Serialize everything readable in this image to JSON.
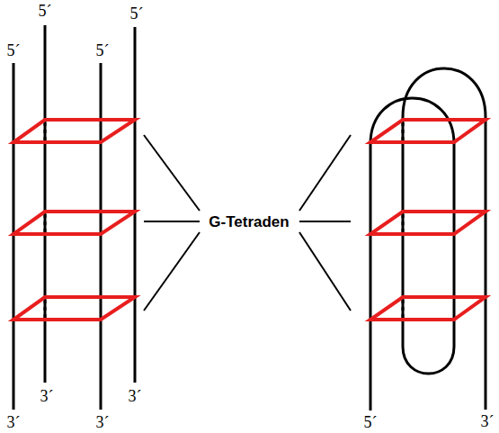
{
  "diagram": {
    "labels": [
      "5´",
      "5´",
      "5´",
      "5´",
      "G-Tetraden",
      "3´",
      "3´",
      "3´",
      "3´",
      "3´",
      "5´"
    ]
  }
}
